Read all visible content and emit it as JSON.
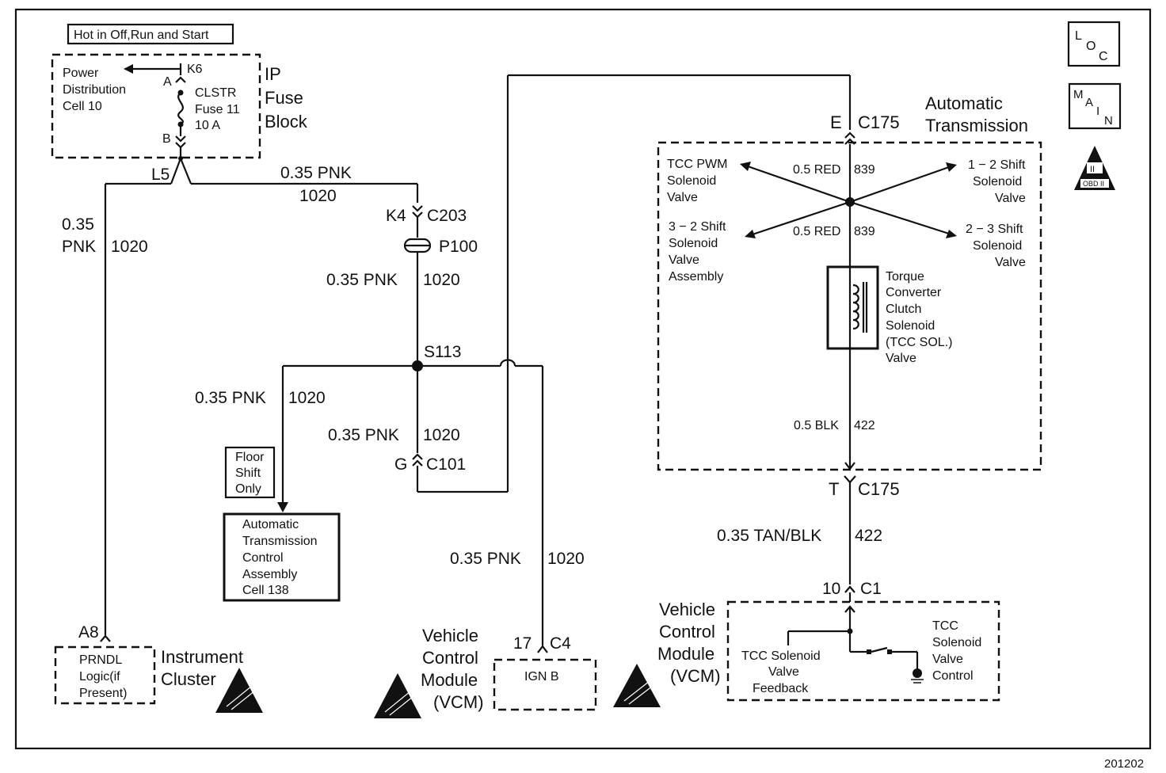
{
  "power_label": "Hot in Off,Run and Start",
  "loc_icon": {
    "l": "L",
    "o": "O",
    "c": "C"
  },
  "main_icon": {
    "m": "M",
    "a": "A",
    "i": "I",
    "n": "N"
  },
  "obd_icon": {
    "top": "II",
    "bottom": "OBD II"
  },
  "fuse_block": {
    "title_lines": [
      "IP",
      "Fuse",
      "Block"
    ],
    "pdc_lines": [
      "Power",
      "Distribution",
      "Cell 10"
    ],
    "k6": "K6",
    "a": "A",
    "b": "B",
    "fuse_lines": [
      "CLSTR",
      "Fuse 11",
      "10 A"
    ],
    "l5": "L5"
  },
  "wires": {
    "w_top": [
      "0.35 PNK",
      "1020"
    ],
    "w_left": [
      "0.35",
      "PNK",
      "1020"
    ],
    "k4": "K4",
    "c203": "C203",
    "p100": "P100",
    "w_mid": [
      "0.35 PNK",
      "1020"
    ],
    "s113": "S113",
    "w_branch": [
      "0.35 PNK",
      "1020"
    ],
    "w_lower": [
      "0.35 PNK",
      "1020"
    ],
    "g": "G",
    "c101": "C101",
    "w_vcm": [
      "0.35 PNK",
      "1020"
    ],
    "e": "E",
    "c175_top": "C175",
    "t": "T",
    "c175_bot": "C175",
    "w_tan": [
      "0.35 TAN/BLK",
      "422"
    ],
    "ten": "10",
    "c1": "C1",
    "a8": "A8",
    "seventeen": "17",
    "c4": "C4"
  },
  "floor_shift": [
    "Floor",
    "Shift",
    "Only"
  ],
  "atca": [
    "Automatic",
    "Transmission",
    "Control",
    "Assembly",
    "Cell 138"
  ],
  "cluster": {
    "title_lines": [
      "Instrument",
      "Cluster"
    ],
    "box_lines": [
      "PRNDL",
      "Logic(if",
      "Present)"
    ]
  },
  "vcm_mid": {
    "title_lines": [
      "Vehicle",
      "Control",
      "Module",
      "(VCM)"
    ],
    "box": "IGN B"
  },
  "vcm_right": {
    "title_lines": [
      "Vehicle",
      "Control",
      "Module",
      "(VCM)"
    ],
    "left_lines": [
      "TCC Solenoid",
      "Valve",
      "Feedback"
    ],
    "right_lines": [
      "TCC",
      "Solenoid",
      "Valve",
      "Control"
    ]
  },
  "transmission": {
    "title_lines": [
      "Automatic",
      "Transmission"
    ],
    "tcc_pwm": [
      "TCC PWM",
      "Solenoid",
      "Valve"
    ],
    "shift_12": [
      "1 − 2 Shift",
      "Solenoid",
      "Valve"
    ],
    "shift_32": [
      "3 − 2 Shift",
      "Solenoid",
      "Valve",
      "Assembly"
    ],
    "shift_23": [
      "2 − 3 Shift",
      "Solenoid",
      "Valve"
    ],
    "red_1": [
      "0.5 RED",
      "839"
    ],
    "red_2": [
      "0.5 RED",
      "839"
    ],
    "tcc_sol": [
      "Torque",
      "Converter",
      "Clutch",
      "Solenoid",
      "(TCC  SOL.)",
      "Valve"
    ],
    "blk": [
      "0.5 BLK",
      "422"
    ]
  },
  "page_id": "201202"
}
